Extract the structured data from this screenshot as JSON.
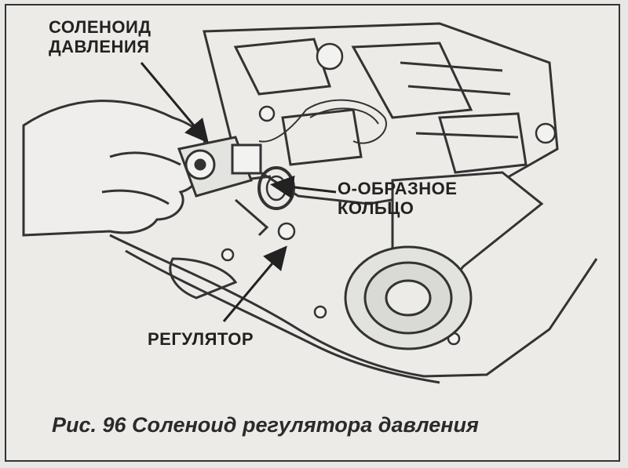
{
  "labels": {
    "solenoid_line1": "СОЛЕНОИД",
    "solenoid_line2": "ДАВЛЕНИЯ",
    "oring_line1": "О-ОБРАЗНОЕ",
    "oring_line2": "КОЛЬЦО",
    "regulator": "РЕГУЛЯТОР"
  },
  "caption": "Рис. 96 Соленоид регулятора давления"
}
